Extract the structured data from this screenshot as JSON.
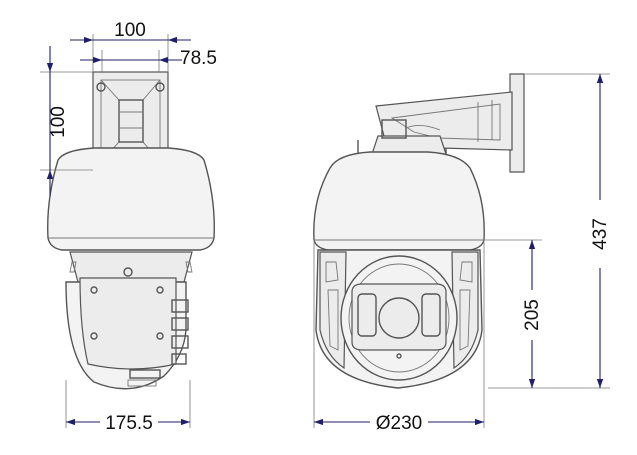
{
  "dimensions": {
    "bracket_width": "100",
    "bracket_depth": "78.5",
    "bracket_height": "100",
    "side_view_width": "175.5",
    "front_diameter": "Ø230",
    "housing_height": "205",
    "total_height": "437"
  },
  "colors": {
    "dimension_line": "#1f1f6e",
    "outline": "#555555",
    "body_fill": "#f3f3f3",
    "text": "#111111"
  },
  "icons": {
    "arrowhead": "triangle-arrowhead",
    "screw": "circle-screw"
  }
}
